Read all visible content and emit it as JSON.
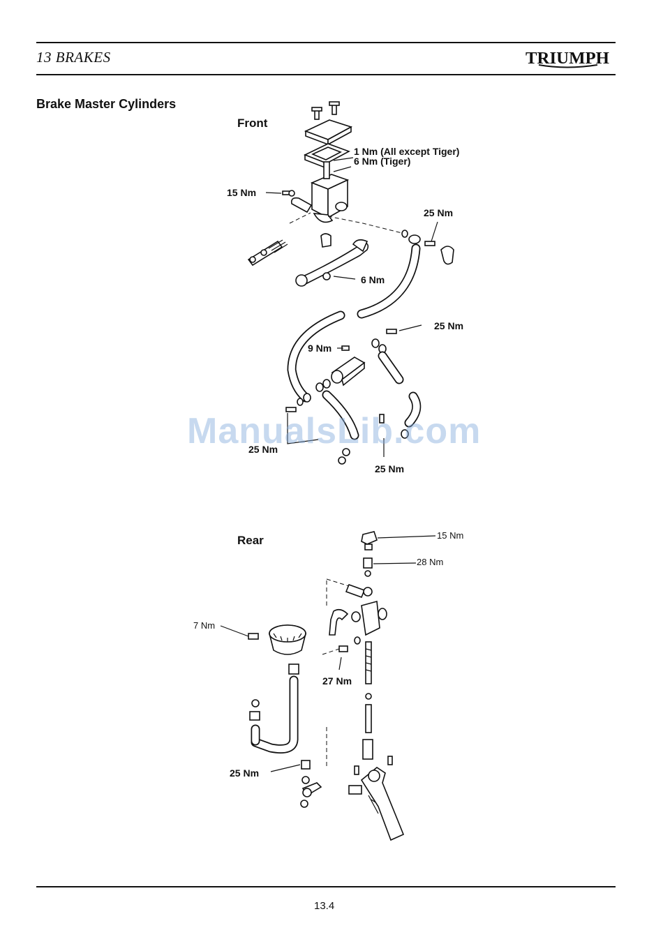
{
  "header": {
    "chapter": "13",
    "title": "BRAKES",
    "logo_text": "TRIUMPH"
  },
  "section_title": "Brake Master Cylinders",
  "front": {
    "label": "Front",
    "torques": {
      "reservoir_cap_1": "1 Nm (All except Tiger)",
      "reservoir_cap_2": "6 Nm (Tiger)",
      "clamp_bolt": "15 Nm",
      "banjo_upper": "25 Nm",
      "lever_nut": "6 Nm",
      "banjo_right": "25 Nm",
      "junction_bolt": "9 Nm",
      "banjo_lower_left": "25 Nm",
      "banjo_lower_right": "25 Nm"
    }
  },
  "rear": {
    "label": "Rear",
    "torques": {
      "switch": "15 Nm",
      "union": "28 Nm",
      "reservoir_screw": "7 Nm",
      "mount_bolt": "27 Nm",
      "banjo": "25 Nm"
    }
  },
  "watermark": "ManualsLib.com",
  "page_number": "13.4"
}
